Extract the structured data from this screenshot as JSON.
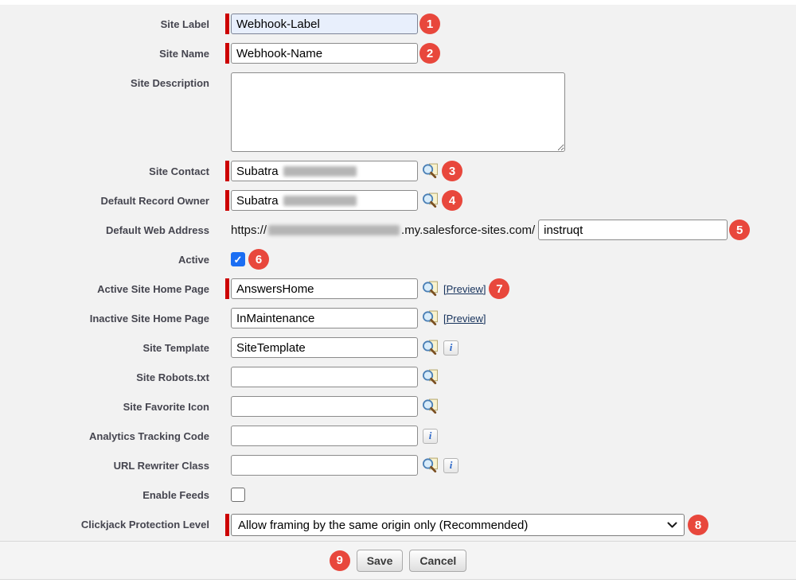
{
  "form": {
    "rows": {
      "site_label": {
        "label": "Site Label",
        "value": "Webhook-Label",
        "required": true,
        "focused": true,
        "badge": "1"
      },
      "site_name": {
        "label": "Site Name",
        "value": "Webhook-Name",
        "required": true,
        "badge": "2"
      },
      "site_description": {
        "label": "Site Description",
        "value": ""
      },
      "site_contact": {
        "label": "Site Contact",
        "visible_value": "Subatra",
        "required": true,
        "badge": "3"
      },
      "default_record_owner": {
        "label": "Default Record Owner",
        "visible_value": "Subatra",
        "required": true,
        "badge": "4"
      },
      "default_web_address": {
        "label": "Default Web Address",
        "url_prefix": "https://",
        "url_suffix": ".my.salesforce-sites.com/",
        "value": "instruqt",
        "badge": "5"
      },
      "active": {
        "label": "Active",
        "checked": true,
        "badge": "6"
      },
      "active_site_home_page": {
        "label": "Active Site Home Page",
        "value": "AnswersHome",
        "required": true,
        "preview_label": "[Preview]",
        "badge": "7"
      },
      "inactive_site_home_page": {
        "label": "Inactive Site Home Page",
        "value": "InMaintenance",
        "preview_label": "[Preview]"
      },
      "site_template": {
        "label": "Site Template",
        "value": "SiteTemplate"
      },
      "site_robots": {
        "label": "Site Robots.txt",
        "value": ""
      },
      "site_favorite_icon": {
        "label": "Site Favorite Icon",
        "value": ""
      },
      "analytics_tracking_code": {
        "label": "Analytics Tracking Code",
        "value": ""
      },
      "url_rewriter_class": {
        "label": "URL Rewriter Class",
        "value": ""
      },
      "enable_feeds": {
        "label": "Enable Feeds",
        "checked": false
      },
      "clickjack": {
        "label": "Clickjack Protection Level",
        "value": "Allow framing by the same origin only (Recommended)",
        "required": true,
        "badge": "8"
      }
    },
    "buttons": {
      "save": "Save",
      "cancel": "Cancel",
      "badge": "9"
    },
    "icons": {
      "lookup": "magnifier-over-page",
      "info": "i",
      "chevron": "chevron-down"
    },
    "colors": {
      "badge_red": "#E8473C",
      "required_red": "#CC0000",
      "checkbox_blue": "#1B6EF3",
      "focused_input_bg": "#E8EFFC",
      "link_navy": "#16325C",
      "panel_gray": "#F2F2F2"
    }
  }
}
